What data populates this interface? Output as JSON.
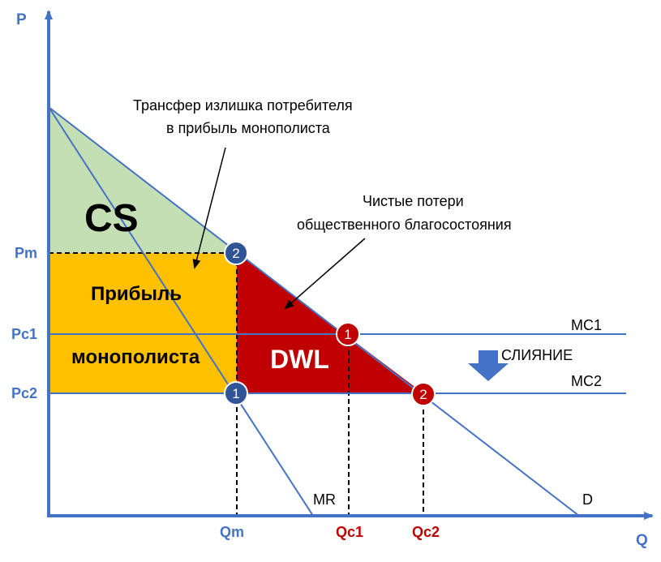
{
  "axes": {
    "y_label": "P",
    "x_label": "Q"
  },
  "price_ticks": {
    "pm": "Pm",
    "pc1": "Pc1",
    "pc2": "Pc2"
  },
  "quantity_ticks": {
    "qm": "Qm",
    "qc1": "Qc1",
    "qc2": "Qc2"
  },
  "curves": {
    "mr": "MR",
    "d": "D",
    "mc1": "MC1",
    "mc2": "MC2"
  },
  "areas": {
    "cs": "CS",
    "profit_line1": "Прибыль",
    "profit_line2": "монополиста",
    "dwl": "DWL"
  },
  "annotations": {
    "transfer_line1": "Трансфер излишка потребителя",
    "transfer_line2": "в прибыль монополиста",
    "loss_line1": "Чистые потери",
    "loss_line2": "общественного благосостояния",
    "merger": "СЛИЯНИЕ"
  },
  "points": {
    "p2_top": "2",
    "p1_mid": "1",
    "p1_low": "1",
    "p2_low": "2"
  },
  "colors": {
    "axis": "#4472c4",
    "cs_fill": "#c5dfb4",
    "profit_fill": "#ffc000",
    "dwl_fill": "#c00000",
    "point_blue": "#2f5597",
    "point_red": "#c00000",
    "arrow_blue": "#4472c4"
  }
}
